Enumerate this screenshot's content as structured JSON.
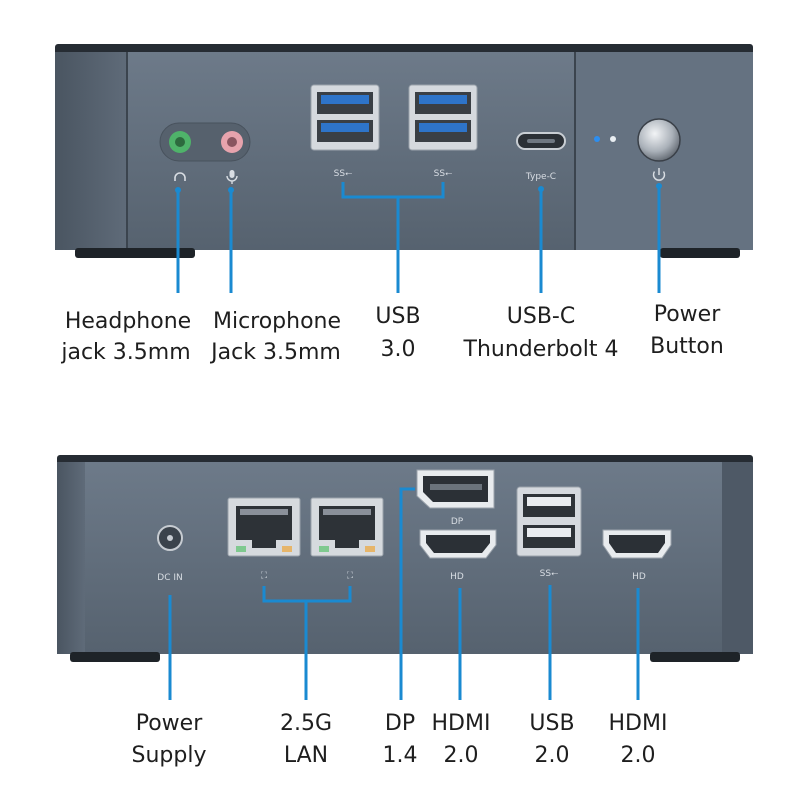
{
  "front_panel": {
    "port_marks": {
      "type_c": "Type-C"
    },
    "callouts": {
      "headphone": {
        "line1": "Headphone",
        "line2": "jack 3.5mm"
      },
      "microphone": {
        "line1": "Microphone",
        "line2": "Jack 3.5mm"
      },
      "usb30": {
        "line1": "USB",
        "line2": "3.0"
      },
      "usbc": {
        "line1": "USB-C",
        "line2": "Thunderbolt 4"
      },
      "power_button": {
        "line1": "Power",
        "line2": "Button"
      }
    }
  },
  "rear_panel": {
    "port_marks": {
      "dc_in": "DC IN",
      "dp": "DP",
      "hd_left": "HD",
      "hd_right": "HD"
    },
    "callouts": {
      "power_supply": {
        "line1": "Power",
        "line2": "Supply"
      },
      "lan": {
        "line1": "2.5G",
        "line2": "LAN"
      },
      "dp": {
        "line1": "DP",
        "line2": "1.4"
      },
      "hdmi_left": {
        "line1": "HDMI",
        "line2": "2.0"
      },
      "usb20": {
        "line1": "USB",
        "line2": "2.0"
      },
      "hdmi_right": {
        "line1": "HDMI",
        "line2": "2.0"
      }
    }
  },
  "colors": {
    "chassis": "#5d6a79",
    "chassis_dark": "#2b323b",
    "leader_line": "#1a8ad1",
    "headphone_jack": "#4fb36a",
    "microphone_jack": "#e7a3ad",
    "usb3_blue": "#2e74c9"
  }
}
